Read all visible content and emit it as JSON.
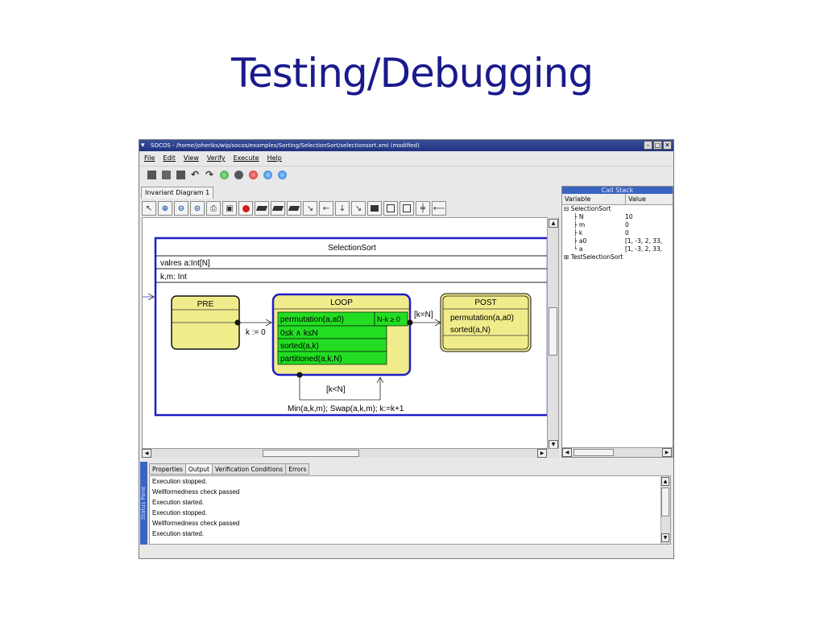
{
  "slide": {
    "title": "Testing/Debugging"
  },
  "window": {
    "title": "SOCOS - /home/joheriks/wip/socos/examples/Sorting/SelectionSort/selectionsort.xmi (modified)",
    "menu": [
      "File",
      "Edit",
      "View",
      "Verify",
      "Execute",
      "Help"
    ],
    "diagram_tab": "Invariant Diagram 1"
  },
  "diagram": {
    "procedure": "SelectionSort",
    "valres": "valres a:Int[N]",
    "locals": "k,m: Int",
    "pre": {
      "name": "PRE"
    },
    "loop": {
      "name": "LOOP",
      "invariants": [
        "permutation(a,a0)",
        "0≤k ∧ k≤N",
        "sorted(a,k)",
        "partitioned(a,k,N)"
      ],
      "variant": "N-k ≥ 0"
    },
    "post": {
      "name": "POST",
      "invariants": [
        "permutation(a,a0)",
        "sorted(a,N)"
      ]
    },
    "init_assign": "k := 0",
    "exit_guard": "[k=N]",
    "loop_guard": "[k<N]",
    "loop_body": "Min(a,k,m); Swap(a,k,m); k:=k+1"
  },
  "callstack": {
    "title": "Call Stack",
    "col_variable": "Variable",
    "col_value": "Value",
    "root": "SelectionSort",
    "vars": [
      {
        "name": "N",
        "value": "10"
      },
      {
        "name": "m",
        "value": "0"
      },
      {
        "name": "k",
        "value": "0"
      },
      {
        "name": "a0",
        "value": "[1, -3, 2, 33,"
      },
      {
        "name": "a",
        "value": "[1, -3, 2, 33,"
      }
    ],
    "other": "TestSelectionSort"
  },
  "status": {
    "side_label": "Status Pane",
    "tabs": [
      "Properties",
      "Output",
      "Verification Conditions",
      "Errors"
    ],
    "lines": [
      "Execution stopped.",
      "Wellformedness check passed",
      "Execution started.",
      "Execution stopped.",
      "Wellformedness check passed",
      "Execution started."
    ]
  },
  "colors": {
    "title": "#1a1a8c",
    "state_fill": "#f0ec8c",
    "invariant_green": "#22dd22",
    "frame_blue": "#1e1ec8"
  }
}
